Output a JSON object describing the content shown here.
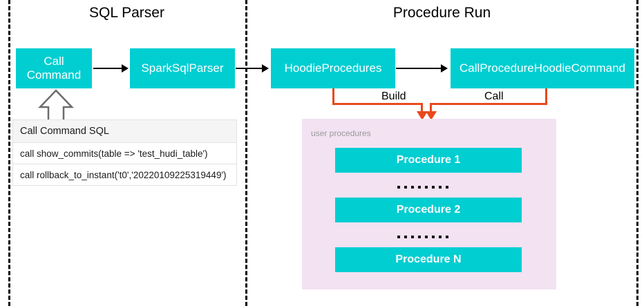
{
  "sections": [
    {
      "title": "SQL Parser"
    },
    {
      "title": "Procedure Run"
    }
  ],
  "nodes": {
    "call_command": "Call\nCommand",
    "call_command_line1": "Call",
    "call_command_line2": "Command",
    "spark_sql_parser": "SparkSqlParser",
    "hoodie_procedures": "HoodieProcedures",
    "call_procedure_hoodie_command": "CallProcedureHoodieCommand"
  },
  "connectors": [
    {
      "label": "Build",
      "color": "#E8491D"
    },
    {
      "label": "Call",
      "color": "#E8491D"
    }
  ],
  "sql_panel": {
    "header": "Call Command SQL",
    "rows": [
      "call show_commits(table => 'test_hudi_table')",
      "call rollback_to_instant('t0','20220109225319449')"
    ]
  },
  "procedures_panel": {
    "label": "user procedures",
    "items": [
      "Procedure 1",
      "Procedure 2",
      "Procedure N"
    ],
    "ellipsis_dot_count": 8,
    "background": "#F2E2F2"
  },
  "colors": {
    "box_fill": "#00CED1",
    "box_text": "#FFFFFF",
    "arrow": "#000000",
    "connector": "#E8491D",
    "panel_bg": "#F2E2F2",
    "divider": "#000000"
  }
}
